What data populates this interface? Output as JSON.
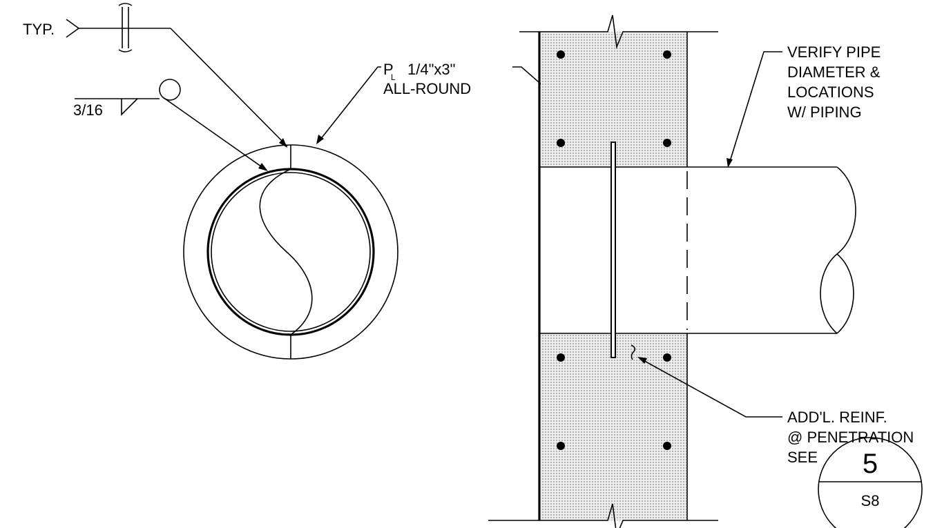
{
  "labels": {
    "typ": "TYP.",
    "weld_size": "3/16",
    "plate_line1": "1/4\"x3\"",
    "plate_line2": "ALL-ROUND",
    "verify_line1": "VERIFY PIPE",
    "verify_line2": "DIAMETER &",
    "verify_line3": "LOCATIONS",
    "verify_line4": "W/ PIPING",
    "reinf_line1": "ADD'L. REINF.",
    "reinf_line2": "@ PENETRATION",
    "reinf_line3": "SEE"
  },
  "detail_ref": {
    "number": "5",
    "sheet": "S8"
  },
  "colors": {
    "line": "#000000",
    "concrete_fill": "#d6d6d6",
    "background": "#ffffff"
  }
}
